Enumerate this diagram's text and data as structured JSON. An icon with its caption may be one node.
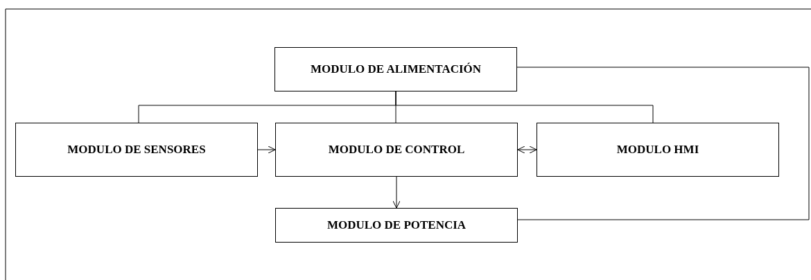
{
  "diagram": {
    "nodes": [
      {
        "text": [
          "MODULO DE ALIMENTACIÓN"
        ]
      },
      {
        "text": [
          "MODULO DE SENSORES"
        ]
      },
      {
        "text": [
          "MODULO DE CONTROL"
        ]
      },
      {
        "text": [
          "MODULO HMI"
        ]
      },
      {
        "text": [
          "MODULO DE POTENCIA"
        ]
      }
    ],
    "edges": [
      {
        "from": 0,
        "to": 1,
        "arrow": "none"
      },
      {
        "from": 0,
        "to": 2,
        "arrow": "none"
      },
      {
        "from": 0,
        "to": 3,
        "arrow": "none"
      },
      {
        "from": 1,
        "to": 2,
        "arrow": "to"
      },
      {
        "from": 2,
        "to": 3,
        "arrow": "both"
      },
      {
        "from": 2,
        "to": 4,
        "arrow": "to"
      },
      {
        "from": 0,
        "to": 4,
        "arrow": "none"
      }
    ]
  }
}
